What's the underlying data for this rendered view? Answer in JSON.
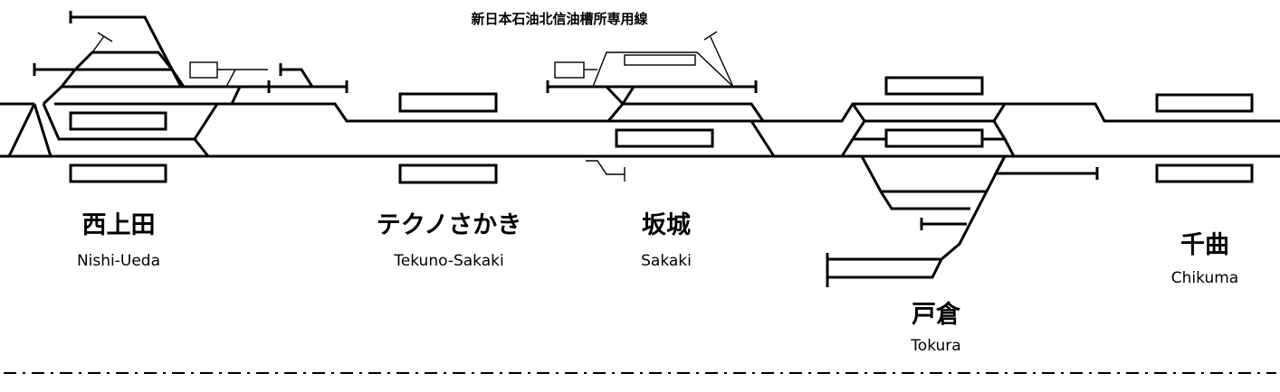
{
  "stations": [
    {
      "id": "nishi-ueda",
      "name": "西上田",
      "romaji": "Nishi-Ueda"
    },
    {
      "id": "tekuno-sakaki",
      "name": "テクノさかき",
      "romaji": "Tekuno-Sakaki"
    },
    {
      "id": "sakaki",
      "name": "坂城",
      "romaji": "Sakaki"
    },
    {
      "id": "tokura",
      "name": "戸倉",
      "romaji": "Tokura"
    },
    {
      "id": "chikuma",
      "name": "千曲",
      "romaji": "Chikuma"
    }
  ],
  "siding_label": "新日本石油北信油槽所専用線"
}
